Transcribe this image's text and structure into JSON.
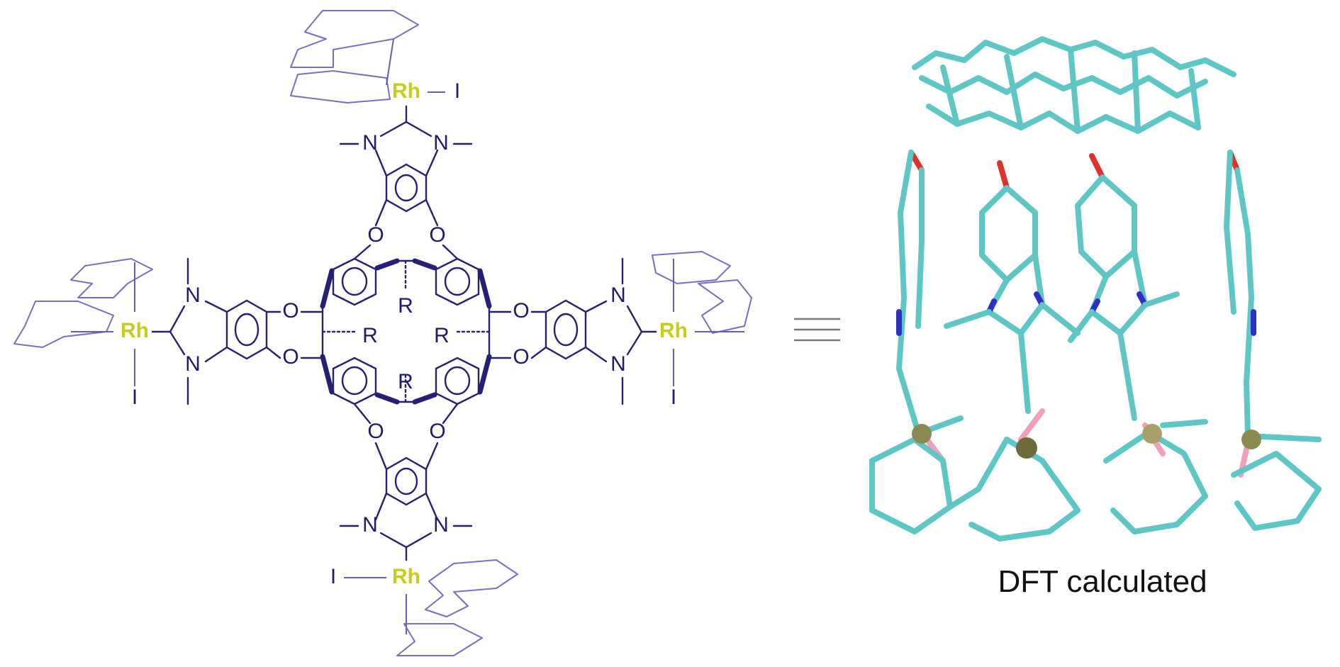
{
  "structure": {
    "atom_labels": {
      "rhodium": "Rh",
      "iodine": "I",
      "nitrogen": "N",
      "oxygen": "O",
      "substituent": "R"
    },
    "colors": {
      "skeleton": "#262073",
      "rhodium": "#c8cc1a",
      "cod_ligand": "#7b6bc8"
    }
  },
  "equivalence_symbol": "≡",
  "model": {
    "caption": "DFT calculated",
    "colors": {
      "carbon": "#5fc6c6",
      "oxygen": "#e0322c",
      "nitrogen": "#3030c0",
      "rhodium": "#8a8a52",
      "iodine": "#f0a0b8"
    }
  }
}
